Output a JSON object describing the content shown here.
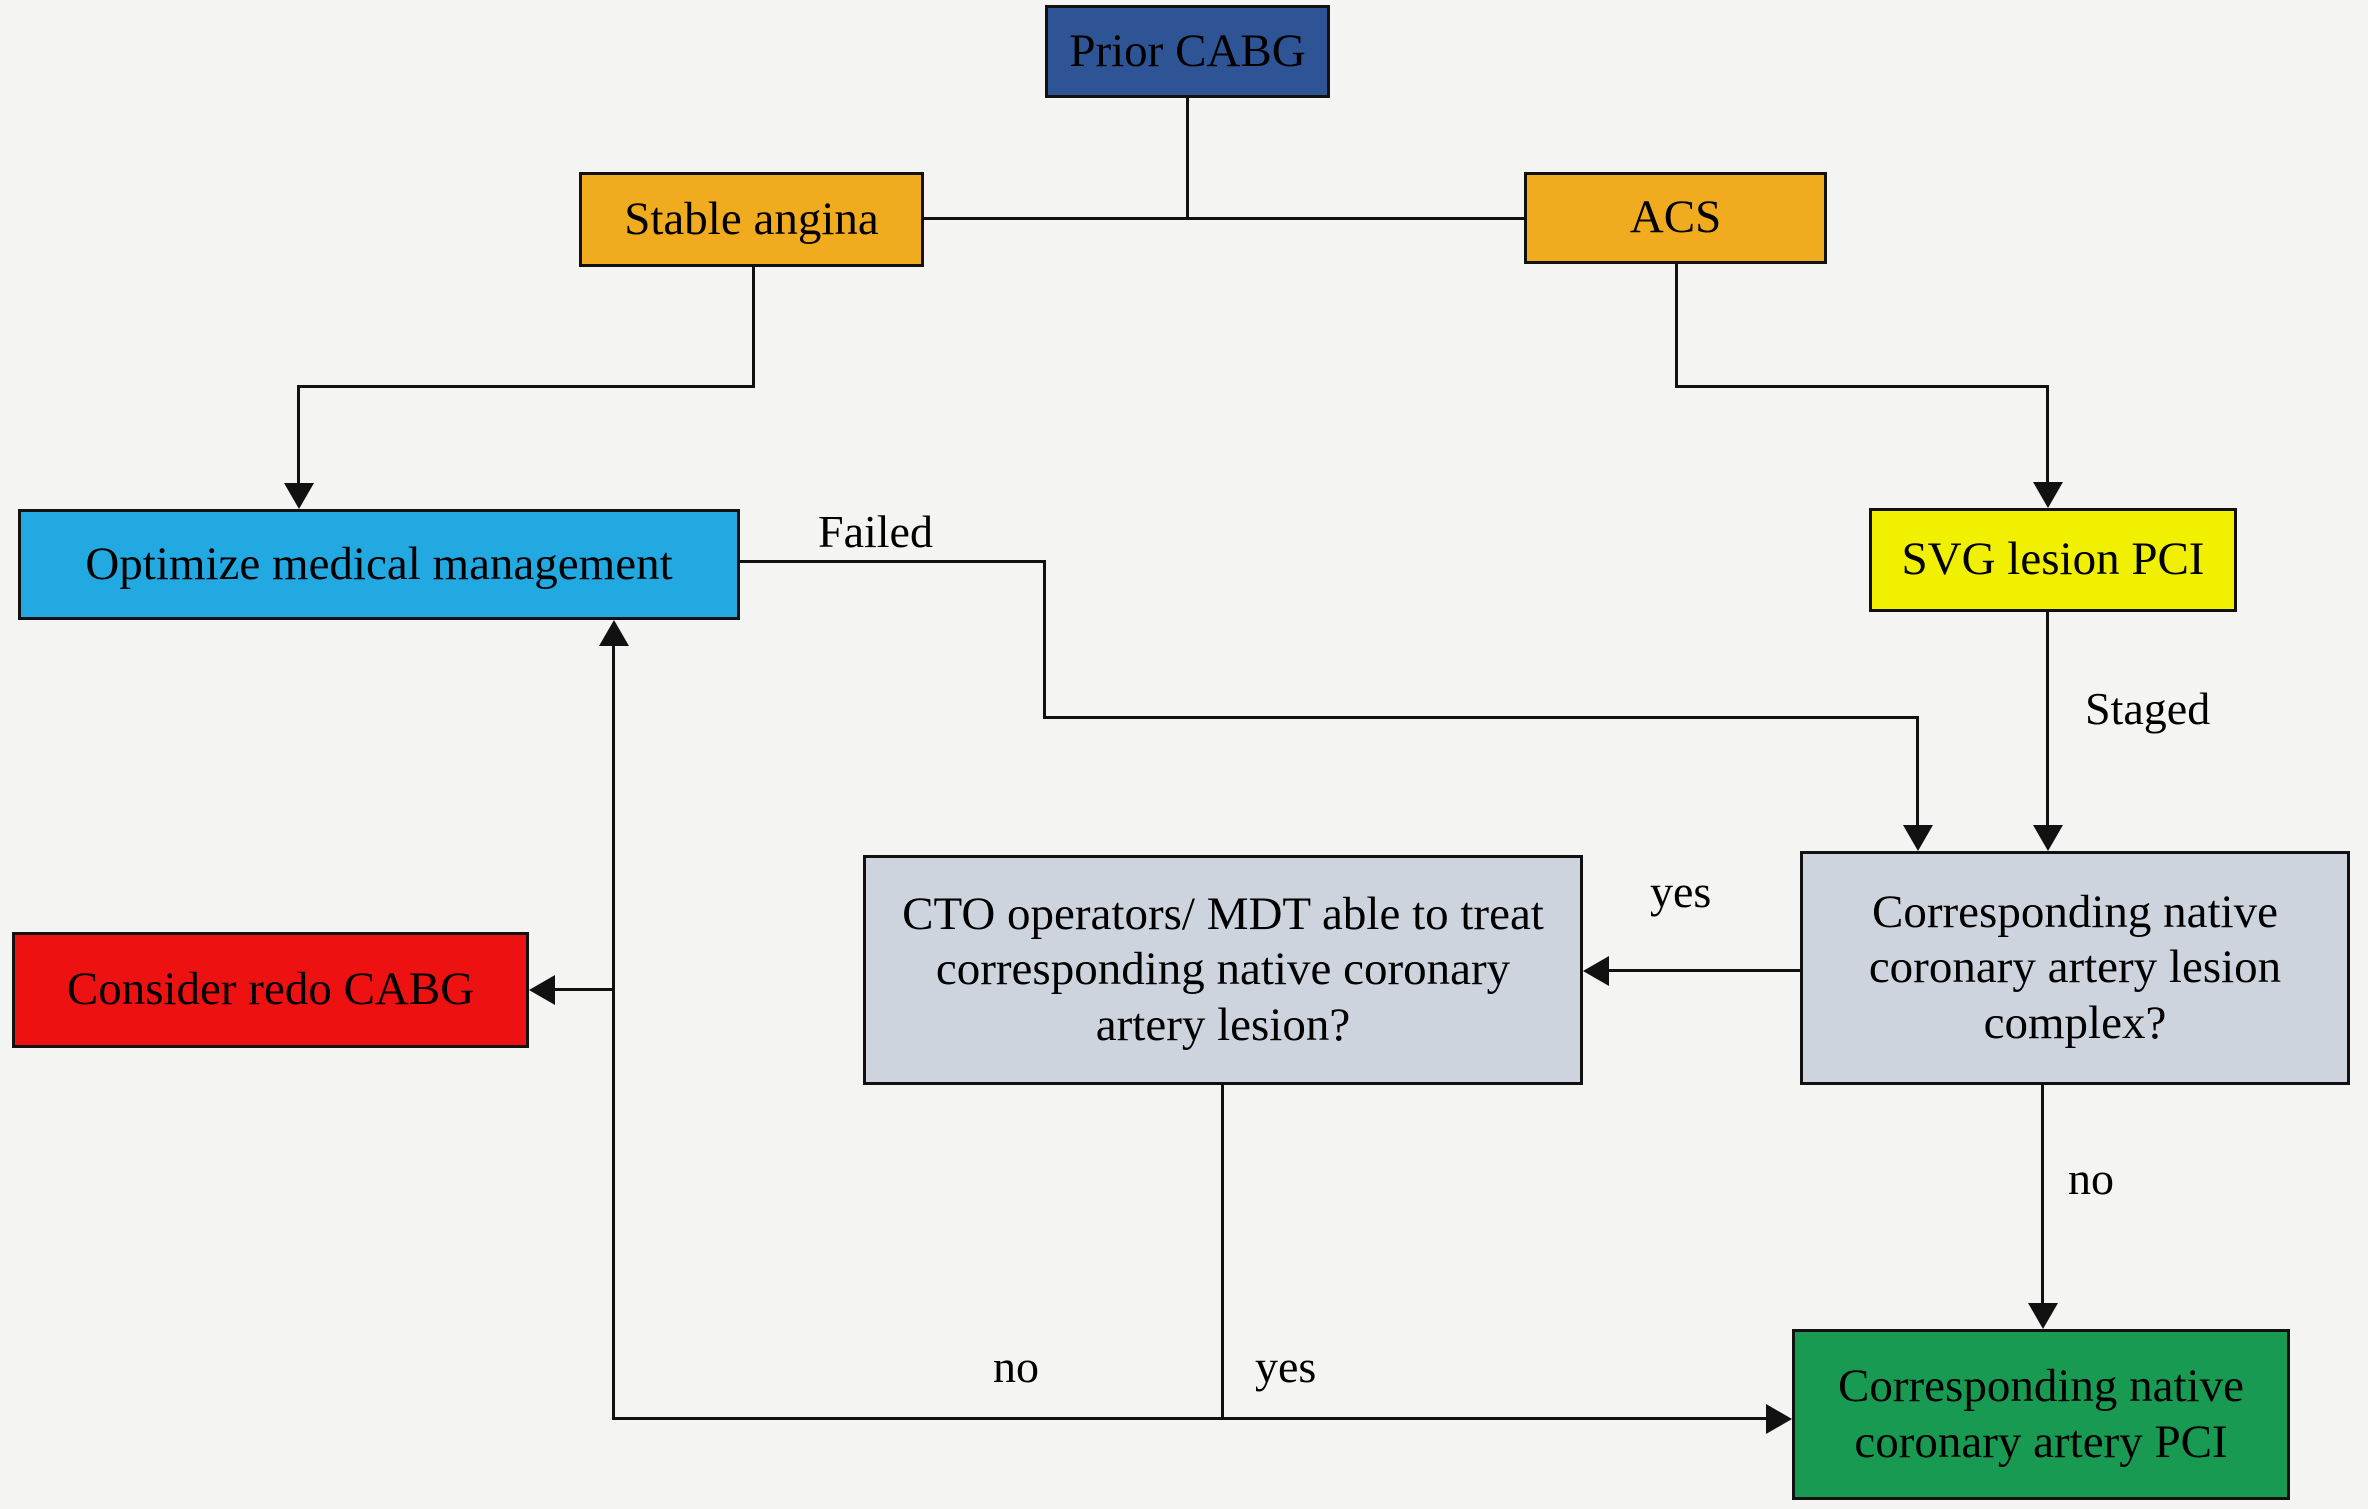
{
  "diagram": {
    "title_implicit": "Prior CABG decision flowchart",
    "background_color": "#f4f4f3",
    "line_color": "#111111",
    "text_color": "#000000",
    "nodes": {
      "prior_cabg": {
        "label": "Prior CABG",
        "color": "#2f5496"
      },
      "stable_angina": {
        "label": "Stable angina",
        "color": "#f0ac1e"
      },
      "acs": {
        "label": "ACS",
        "color": "#f0ac1e"
      },
      "optimize": {
        "label": "Optimize medical management",
        "color": "#23a9e1"
      },
      "svg_pci": {
        "label": "SVG lesion PCI",
        "color": "#f0f000"
      },
      "complex_q": {
        "label": "Corresponding native coronary artery lesion complex?",
        "color": "#ced4de"
      },
      "cto_q": {
        "label": "CTO operators/ MDT able to treat corresponding native coronary artery lesion?",
        "color": "#ced4de"
      },
      "redo_cabg": {
        "label": "Consider redo CABG",
        "color": "#ee1111"
      },
      "native_pci": {
        "label": "Corresponding native coronary artery PCI",
        "color": "#189a52"
      }
    },
    "edge_labels": {
      "failed": "Failed",
      "staged": "Staged",
      "yes_complex": "yes",
      "no_complex": "no",
      "no_cto": "no",
      "yes_cto": "yes"
    }
  }
}
